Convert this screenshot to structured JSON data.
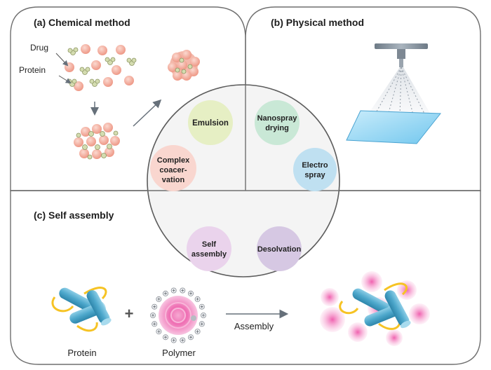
{
  "panels": {
    "chemical": {
      "title": "(a) Chemical method",
      "drug_label": "Drug",
      "protein_label": "Protein"
    },
    "physical": {
      "title": "(b) Physical method"
    },
    "self_assembly": {
      "title": "(c) Self assembly",
      "protein_label": "Protein",
      "plus_sign": "+",
      "polymer_label": "Polymer",
      "arrow_label": "Assembly"
    }
  },
  "methods": {
    "emulsion": {
      "label": "Emulsion",
      "color": "#e6efc4"
    },
    "complex_coacervation": {
      "lines": [
        "Complex",
        "coacer-",
        "vation"
      ],
      "color": "#f9d6cf"
    },
    "nanospray_drying": {
      "lines": [
        "Nanospray",
        "drying"
      ],
      "color": "#c9e8d6"
    },
    "electrospray": {
      "lines": [
        "Electro",
        "spray"
      ],
      "color": "#bfe0f1"
    },
    "self_assembly": {
      "lines": [
        "Self",
        "assembly"
      ],
      "color": "#ead3ec"
    },
    "desolvation": {
      "label": "Desolvation",
      "color": "#d6c8e3"
    }
  },
  "colors": {
    "panel_border": "#6f6f6f",
    "drug": "#f2a99a",
    "protein": "#d4dcb0",
    "polymer_pink": "#ee6db0",
    "helix_blue": "#5ab0cf",
    "loop_yellow": "#f6c324",
    "arrow": "#66707a"
  }
}
